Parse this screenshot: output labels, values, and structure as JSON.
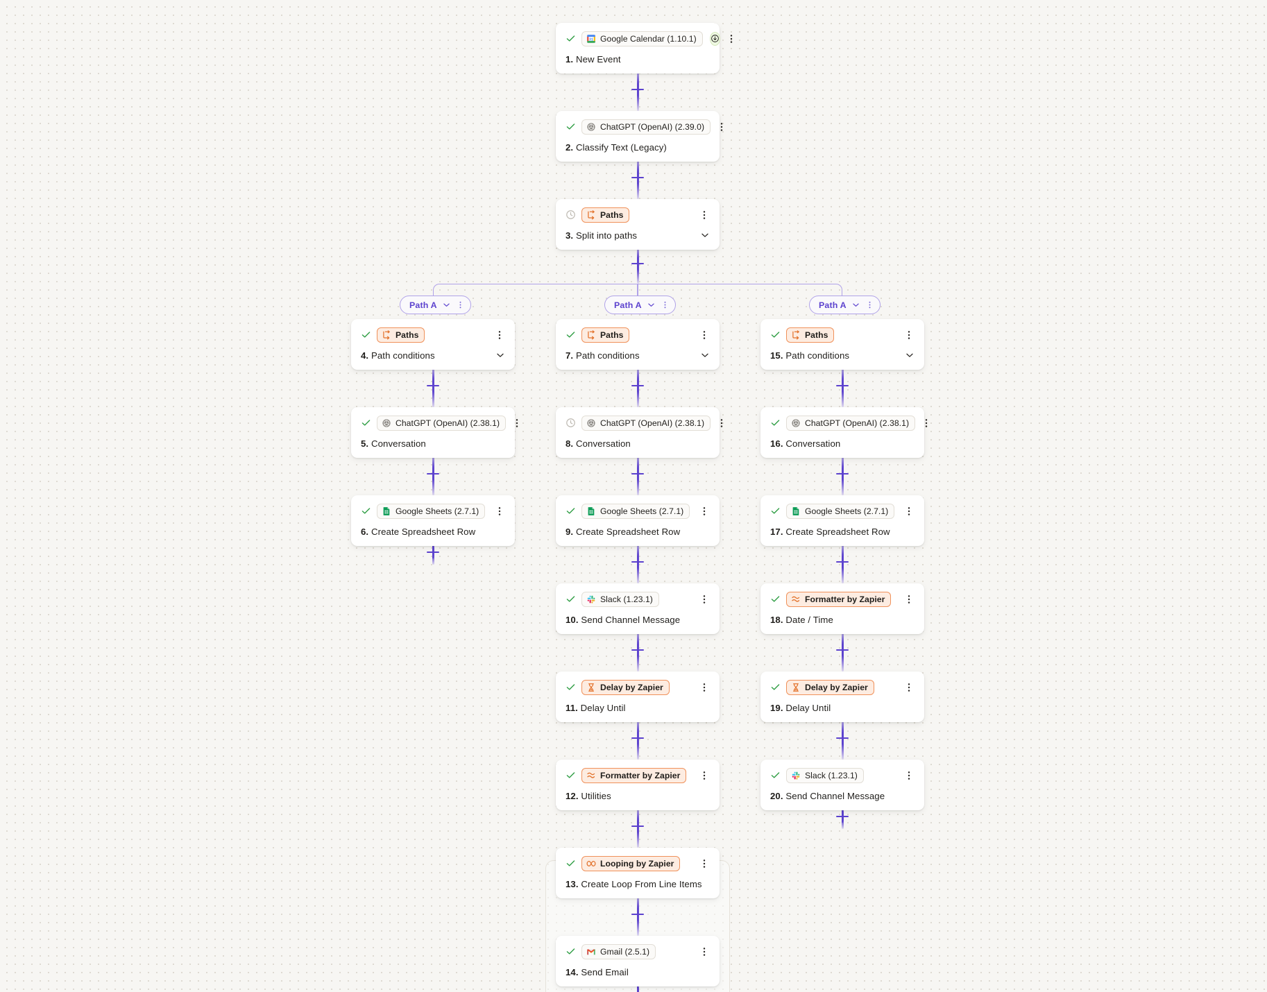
{
  "canvas": {
    "background_color": "#f7f6f3",
    "dot_color": "#dedad2",
    "connector_color": "#5c42ce",
    "branch_color": "#b0a2e8",
    "builtin_accent": "#f0915a",
    "builtin_bg": "#fdece1",
    "check_color": "#2f9e44"
  },
  "trigger": {
    "status": "success-check-icon",
    "app": "Google Calendar (1.10.1)",
    "app_icon": "google-calendar-icon",
    "run_icon": "run-trigger-icon",
    "title_number": "1.",
    "title": "New Event",
    "kebab": "more-options-icon"
  },
  "main_steps": [
    {
      "status": "success-check-icon",
      "app": "ChatGPT (OpenAI) (2.39.0)",
      "app_icon": "openai-icon",
      "builtin": false,
      "title_number": "2.",
      "title": "Classify Text (Legacy)",
      "kebab": "more-options-icon",
      "chevron": false
    },
    {
      "status": "pending-clock-icon",
      "app": "Paths",
      "app_icon": "paths-icon",
      "builtin": true,
      "title_number": "3.",
      "title": "Split into paths",
      "kebab": "more-options-icon",
      "chevron": true
    }
  ],
  "paths": [
    {
      "pill_label": "Path A",
      "pill_chevron": "chevron-down-icon",
      "pill_kebab": "more-options-icon",
      "steps": [
        {
          "status": "success-check-icon",
          "app": "Paths",
          "app_icon": "paths-icon",
          "builtin": true,
          "title_number": "4.",
          "title": "Path conditions",
          "chevron": true
        },
        {
          "status": "success-check-icon",
          "app": "ChatGPT (OpenAI) (2.38.1)",
          "app_icon": "openai-icon",
          "builtin": false,
          "title_number": "5.",
          "title": "Conversation",
          "chevron": false
        },
        {
          "status": "success-check-icon",
          "app": "Google Sheets (2.7.1)",
          "app_icon": "google-sheets-icon",
          "builtin": false,
          "title_number": "6.",
          "title": "Create Spreadsheet Row",
          "chevron": false
        }
      ]
    },
    {
      "pill_label": "Path A",
      "pill_chevron": "chevron-down-icon",
      "pill_kebab": "more-options-icon",
      "steps": [
        {
          "status": "success-check-icon",
          "app": "Paths",
          "app_icon": "paths-icon",
          "builtin": true,
          "title_number": "7.",
          "title": "Path conditions",
          "chevron": true
        },
        {
          "status": "pending-clock-icon",
          "app": "ChatGPT (OpenAI) (2.38.1)",
          "app_icon": "openai-icon",
          "builtin": false,
          "title_number": "8.",
          "title": "Conversation",
          "chevron": false
        },
        {
          "status": "success-check-icon",
          "app": "Google Sheets (2.7.1)",
          "app_icon": "google-sheets-icon",
          "builtin": false,
          "title_number": "9.",
          "title": "Create Spreadsheet Row",
          "chevron": false
        },
        {
          "status": "success-check-icon",
          "app": "Slack (1.23.1)",
          "app_icon": "slack-icon",
          "builtin": false,
          "title_number": "10.",
          "title": "Send Channel Message",
          "chevron": false
        },
        {
          "status": "success-check-icon",
          "app": "Delay by Zapier",
          "app_icon": "delay-hourglass-icon",
          "builtin": true,
          "title_number": "11.",
          "title": "Delay Until",
          "chevron": false
        },
        {
          "status": "success-check-icon",
          "app": "Formatter by Zapier",
          "app_icon": "formatter-icon",
          "builtin": true,
          "title_number": "12.",
          "title": "Utilities",
          "chevron": false
        },
        {
          "status": "success-check-icon",
          "app": "Looping by Zapier",
          "app_icon": "looping-icon",
          "builtin": true,
          "title_number": "13.",
          "title": "Create Loop From Line Items",
          "chevron": false
        },
        {
          "status": "success-check-icon",
          "app": "Gmail (2.5.1)",
          "app_icon": "gmail-icon",
          "builtin": false,
          "title_number": "14.",
          "title": "Send Email",
          "chevron": false
        }
      ]
    },
    {
      "pill_label": "Path A",
      "pill_chevron": "chevron-down-icon",
      "pill_kebab": "more-options-icon",
      "steps": [
        {
          "status": "success-check-icon",
          "app": "Paths",
          "app_icon": "paths-icon",
          "builtin": true,
          "title_number": "15.",
          "title": "Path conditions",
          "chevron": true
        },
        {
          "status": "success-check-icon",
          "app": "ChatGPT (OpenAI) (2.38.1)",
          "app_icon": "openai-icon",
          "builtin": false,
          "title_number": "16.",
          "title": "Conversation",
          "chevron": false
        },
        {
          "status": "success-check-icon",
          "app": "Google Sheets (2.7.1)",
          "app_icon": "google-sheets-icon",
          "builtin": false,
          "title_number": "17.",
          "title": "Create Spreadsheet Row",
          "chevron": false
        },
        {
          "status": "success-check-icon",
          "app": "Formatter by Zapier",
          "app_icon": "formatter-icon",
          "builtin": true,
          "title_number": "18.",
          "title": "Date / Time",
          "chevron": false
        },
        {
          "status": "success-check-icon",
          "app": "Delay by Zapier",
          "app_icon": "delay-hourglass-icon",
          "builtin": true,
          "title_number": "19.",
          "title": "Delay Until",
          "chevron": false
        },
        {
          "status": "success-check-icon",
          "app": "Slack (1.23.1)",
          "app_icon": "slack-icon",
          "builtin": false,
          "title_number": "20.",
          "title": "Send Channel Message",
          "chevron": false
        }
      ]
    }
  ]
}
